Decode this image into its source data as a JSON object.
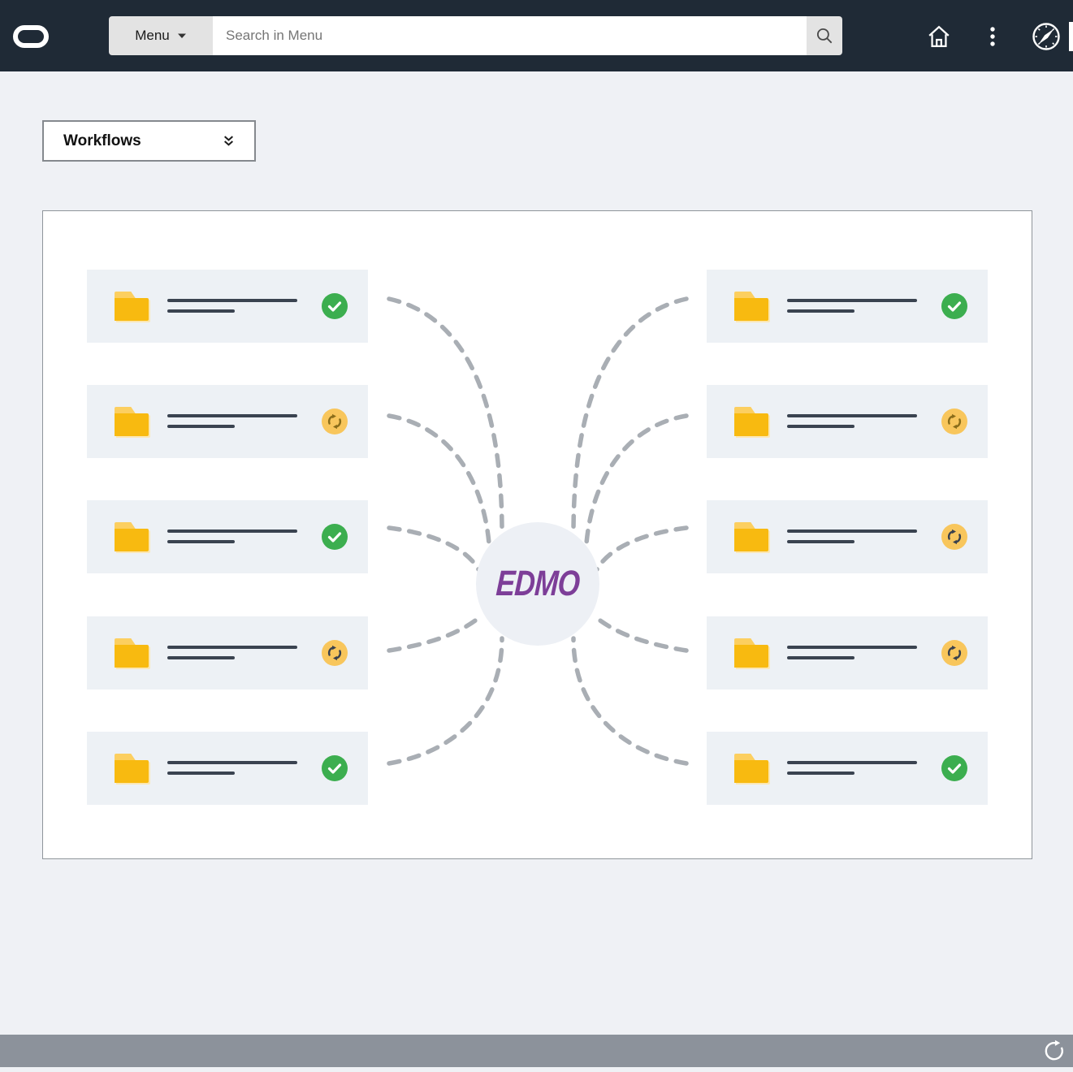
{
  "header": {
    "logo": "oracle-logo",
    "menu_button_label": "Menu",
    "search": {
      "placeholder": "Search in Menu",
      "value": ""
    },
    "icons": [
      "magnifier-icon",
      "home-icon",
      "kebab-menu-icon",
      "compass-navigator-icon"
    ]
  },
  "page": {
    "selector_label": "Workflows",
    "selector_icon": "double-chevron-down-icon"
  },
  "diagram": {
    "center_label": "EDMO",
    "center_text_color": "#7d3e98",
    "left_cards": [
      {
        "icon": "folder",
        "status": "complete"
      },
      {
        "icon": "folder",
        "status": "syncing",
        "arrow_color": "#8a6d1a"
      },
      {
        "icon": "folder",
        "status": "complete"
      },
      {
        "icon": "folder",
        "status": "syncing",
        "arrow_color": "#39414d"
      },
      {
        "icon": "folder",
        "status": "complete"
      }
    ],
    "right_cards": [
      {
        "icon": "folder",
        "status": "complete"
      },
      {
        "icon": "folder",
        "status": "syncing",
        "arrow_color": "#8a6d1a"
      },
      {
        "icon": "folder",
        "status": "syncing",
        "arrow_color": "#39414d"
      },
      {
        "icon": "folder",
        "status": "syncing",
        "arrow_color": "#39414d"
      },
      {
        "icon": "folder",
        "status": "complete"
      }
    ],
    "connector_style": "dashed"
  },
  "colors": {
    "header_bg": "#1f2a36",
    "page_bg": "#eff1f5",
    "card_bg": "#edf1f5",
    "folder": "#f8ba10",
    "status_complete": "#3cae4f",
    "status_syncing_bg": "#f8c65c",
    "connector": "#a9aeb4",
    "footer_bg": "#8c929b"
  },
  "footer": {
    "icon": "refresh-icon"
  }
}
